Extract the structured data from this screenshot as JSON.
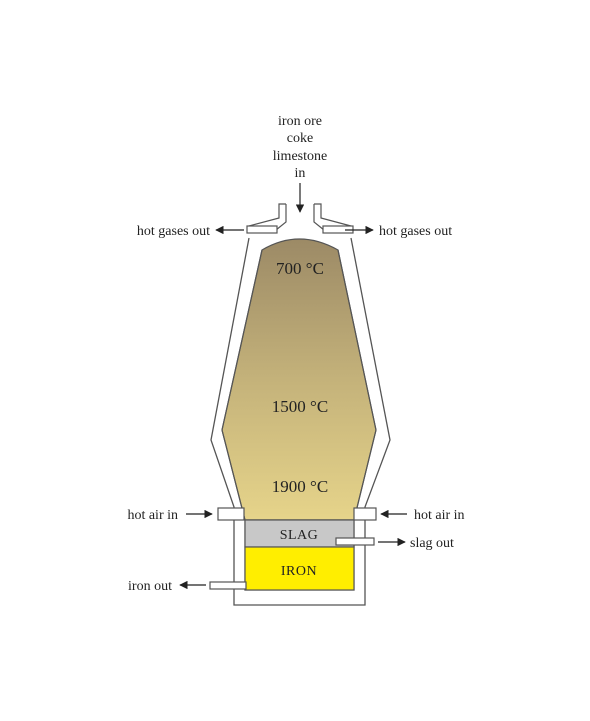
{
  "inputs": {
    "line1": "iron ore",
    "line2": "coke",
    "line3": "limestone",
    "line4": "in"
  },
  "gases": {
    "left": "hot gases out",
    "right": "hot gases out"
  },
  "temperatures": {
    "top": "700 °C",
    "middle": "1500 °C",
    "bottom": "1900 °C"
  },
  "air": {
    "left": "hot air in",
    "right": "hot air in"
  },
  "layers": {
    "slag": "SLAG",
    "iron": "IRON"
  },
  "outlets": {
    "slag": "slag out",
    "iron": "iron out"
  },
  "colors": {
    "charge_top": "#9c8a66",
    "charge_bottom": "#e6d48a",
    "slag": "#c8c8c8",
    "iron": "#ffee00",
    "outline": "#555555"
  }
}
